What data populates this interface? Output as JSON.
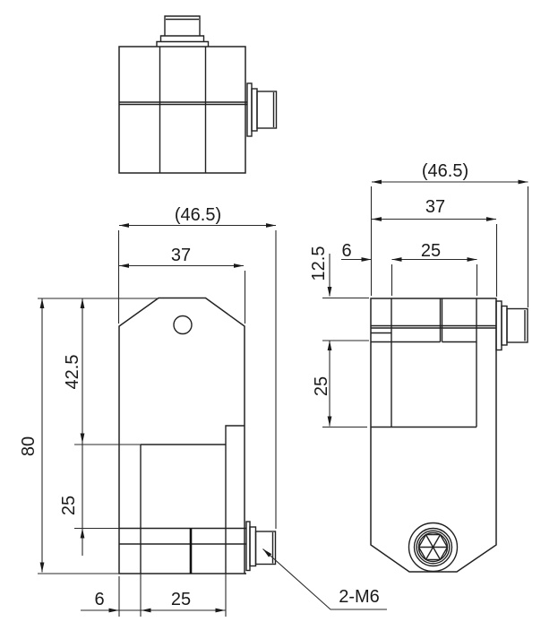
{
  "drawing_labels": {
    "front": {
      "overall_width": "(46.5)",
      "width": "37",
      "height": "80",
      "upper_height": "42.5",
      "lower_height": "25",
      "edge_offset": "6",
      "lower_width": "25",
      "thread_note": "2-M6"
    },
    "back": {
      "overall_width": "(46.5)",
      "width": "37",
      "edge_offset": "6",
      "upper_width": "25",
      "upper_height": "12.5",
      "body_height": "25"
    }
  }
}
